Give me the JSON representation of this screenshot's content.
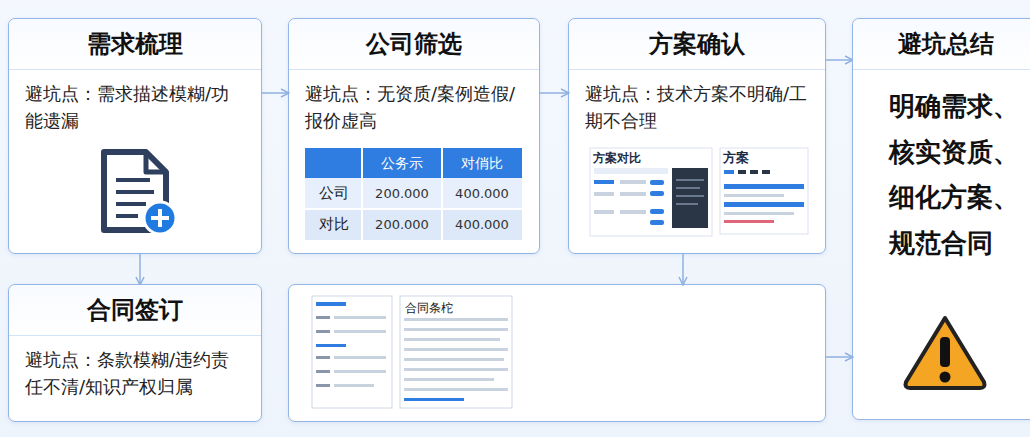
{
  "diagram": {
    "nodes": [
      {
        "text": [
          "需求梳理",
          "避坑点：需求描述模糊/功能遗漏"
        ]
      },
      {
        "text": [
          "公司筛选",
          "避坑点：无资质/案例造假/报价虚高"
        ]
      },
      {
        "text": [
          "方案确认",
          "避坑点：技术方案不明确/工期不合理"
        ]
      },
      {
        "text": [
          "避坑总结",
          "明确需求、 核实资质、 细化方案、 规范合同"
        ]
      },
      {
        "text": [
          "合同签订",
          "避坑点：条款模糊/违约责任不清/知识产权归属"
        ]
      },
      {
        "text": [
          "合同条柁"
        ]
      }
    ],
    "edges": [
      {
        "from": 0,
        "to": 1,
        "arrow": "to"
      },
      {
        "from": 1,
        "to": 2,
        "arrow": "to"
      },
      {
        "from": 2,
        "to": 3,
        "arrow": "to"
      },
      {
        "from": 0,
        "to": 4,
        "arrow": "to"
      },
      {
        "from": 2,
        "to": 5,
        "arrow": "to"
      },
      {
        "from": 5,
        "to": 3,
        "arrow": "to"
      }
    ],
    "labels": [
      "公务示",
      "对俏比",
      "公司",
      "200.000",
      "400.000",
      "对比",
      "200.000",
      "400.000",
      "方案对比",
      "方案"
    ]
  }
}
